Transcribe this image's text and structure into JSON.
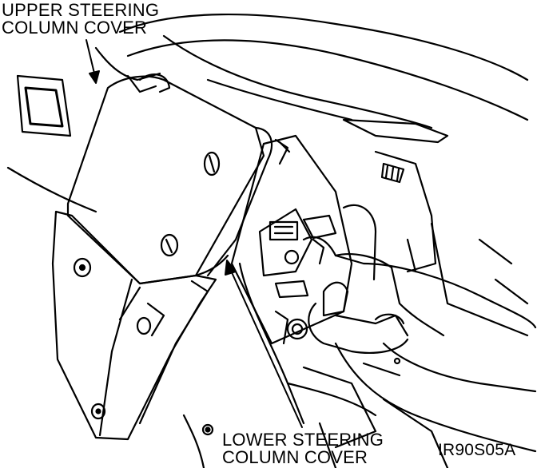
{
  "labels": {
    "upper_line1": "UPPER STEERING",
    "upper_line2": "COLUMN COVER",
    "lower_line1": "LOWER STEERING",
    "lower_line2": "COLUMN COVER",
    "figure_code": "IR90S05A"
  },
  "colors": {
    "ink": "#000000",
    "paper": "#ffffff"
  }
}
